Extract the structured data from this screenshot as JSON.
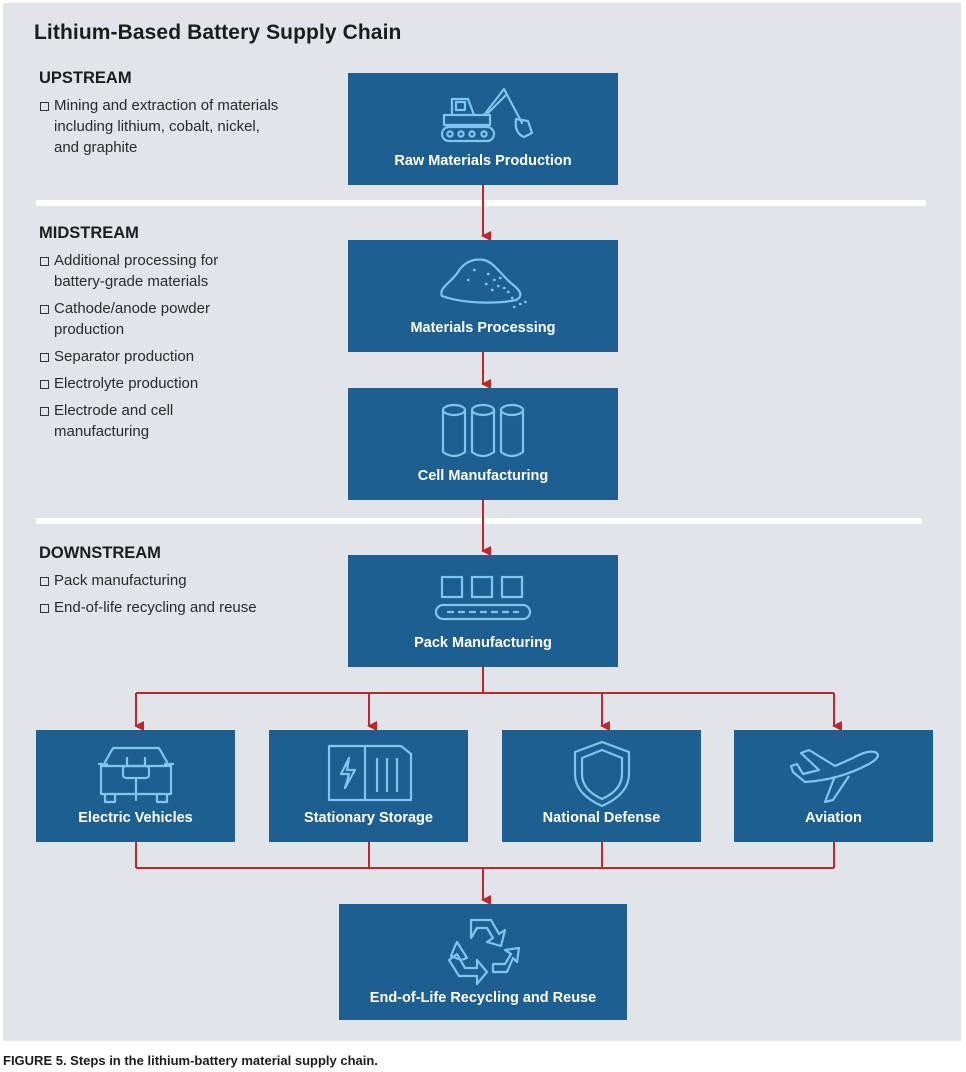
{
  "title": "Lithium-Based Battery Supply Chain",
  "sections": {
    "upstream": {
      "heading": "UPSTREAM",
      "items": [
        "Mining and extraction of materials including lithium, cobalt, nickel, and graphite"
      ]
    },
    "midstream": {
      "heading": "MIDSTREAM",
      "items": [
        "Additional processing for battery-grade materials",
        "Cathode/anode powder production",
        "Separator production",
        "Electrolyte production",
        "Electrode and cell manufacturing"
      ]
    },
    "downstream": {
      "heading": "DOWNSTREAM",
      "items": [
        "Pack manufacturing",
        "End-of-life recycling and reuse"
      ]
    }
  },
  "steps": {
    "raw": {
      "label": "Raw Materials Production",
      "icon": "excavator-icon"
    },
    "processing": {
      "label": "Materials Processing",
      "icon": "powder-pile-icon"
    },
    "cell": {
      "label": "Cell Manufacturing",
      "icon": "battery-cells-icon"
    },
    "pack": {
      "label": "Pack Manufacturing",
      "icon": "conveyor-icon"
    },
    "ev": {
      "label": "Electric Vehicles",
      "icon": "ev-charging-icon"
    },
    "storage": {
      "label": "Stationary Storage",
      "icon": "storage-container-icon"
    },
    "defense": {
      "label": "National Defense",
      "icon": "shield-icon"
    },
    "aviation": {
      "label": "Aviation",
      "icon": "airplane-icon"
    },
    "recycling": {
      "label": "End-of-Life Recycling and Reuse",
      "icon": "recycle-icon"
    }
  },
  "caption": "FIGURE 5. Steps in the lithium-battery material supply chain.",
  "colors": {
    "panel": "#e1e4e9",
    "box": "#1e5f91",
    "icon": "#7cc6ef",
    "arrow": "#c0272d",
    "divider": "#ffffff"
  }
}
